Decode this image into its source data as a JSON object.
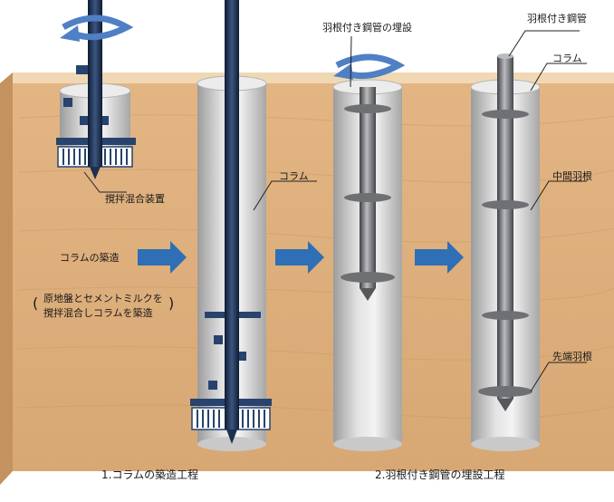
{
  "labels": {
    "stirring_device": "撹拌混合装置",
    "column_step1": "コラム",
    "column_building": "コラムの築造",
    "note_paren_open": "(",
    "note_line1": "原地盤とセメントミルクを",
    "note_line2": "撹拌混合しコラムを築造",
    "note_paren_close": ")",
    "embedding_pipe": "羽根付き鋼管の埋設",
    "winged_pipe": "羽根付き鋼管",
    "column_step2": "コラム",
    "middle_wing": "中間羽根",
    "tip_wing": "先端羽根"
  },
  "steps": {
    "step1": "1.コラムの築造工程",
    "step2": "2.羽根付き鋼管の埋設工程"
  },
  "colors": {
    "soil": "#dcae78",
    "soil_top": "#e9c99b",
    "column": "#d4d4d4",
    "rod": "#1e3050",
    "pipe": "#7a7c80",
    "arrow": "#2f6fb5",
    "rotation_arrow": "#4f7fc4"
  }
}
